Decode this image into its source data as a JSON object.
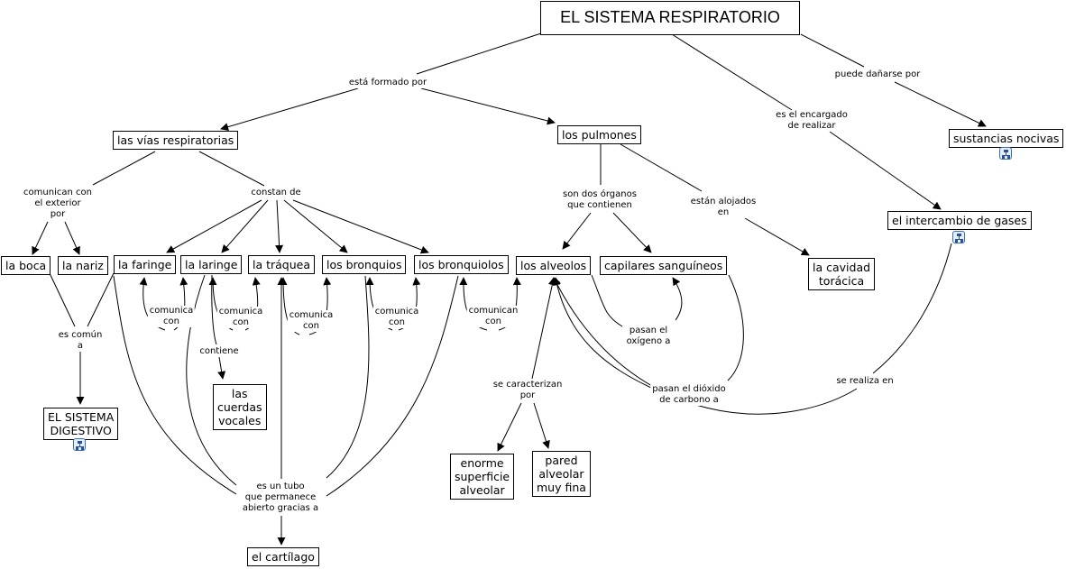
{
  "map": {
    "title": "EL SISTEMA RESPIRATORIO",
    "concepts": {
      "vias": "las vías respiratorias",
      "pulmones": "los pulmones",
      "sustancias": "sustancias nocivas",
      "intercambio": "el intercambio de gases",
      "boca": "la boca",
      "nariz": "la nariz",
      "faringe": "la faringe",
      "laringe": "la laringe",
      "traquea": "la tráquea",
      "bronquios": "los bronquios",
      "bronquiolos": "los bronquiolos",
      "alveolos": "los alveolos",
      "capilares": "capilares sanguíneos",
      "cavidad": "la cavidad\ntorácica",
      "digestivo": "EL SISTEMA\nDIGESTIVO",
      "cuerdas": "las\ncuerdas\nvocales",
      "superficie": "enorme\nsuperficie\nalveolar",
      "pared": "pared\nalveolar\nmuy fina",
      "cartilago": "el cartílago"
    },
    "links": {
      "formado": "está formado por",
      "encargado": "es el encargado\nde realizar",
      "danarse": "puede dañarse por",
      "exterior": "comunican con\nel exterior\npor",
      "constan": "constan de",
      "organos": "son dos órganos\nque contienen",
      "alojados": "están alojados\nen",
      "comun": "es común\na",
      "com1": "comunica\ncon",
      "com2": "comunica\ncon",
      "com3": "comunica\ncon",
      "com4": "comunica\ncon",
      "com5": "comunican\ncon",
      "contiene": "contiene",
      "tubo": "es un tubo\nque permanece\nabierto gracias a",
      "caracterizan": "se caracterizan\npor",
      "oxigeno": "pasan el\noxígeno a",
      "dioxido": "pasan el dióxido\nde carbono a",
      "realiza": "se realiza en"
    },
    "icons": [
      "concept-map-link-icon",
      "concept-map-link-icon",
      "concept-map-link-icon"
    ]
  }
}
